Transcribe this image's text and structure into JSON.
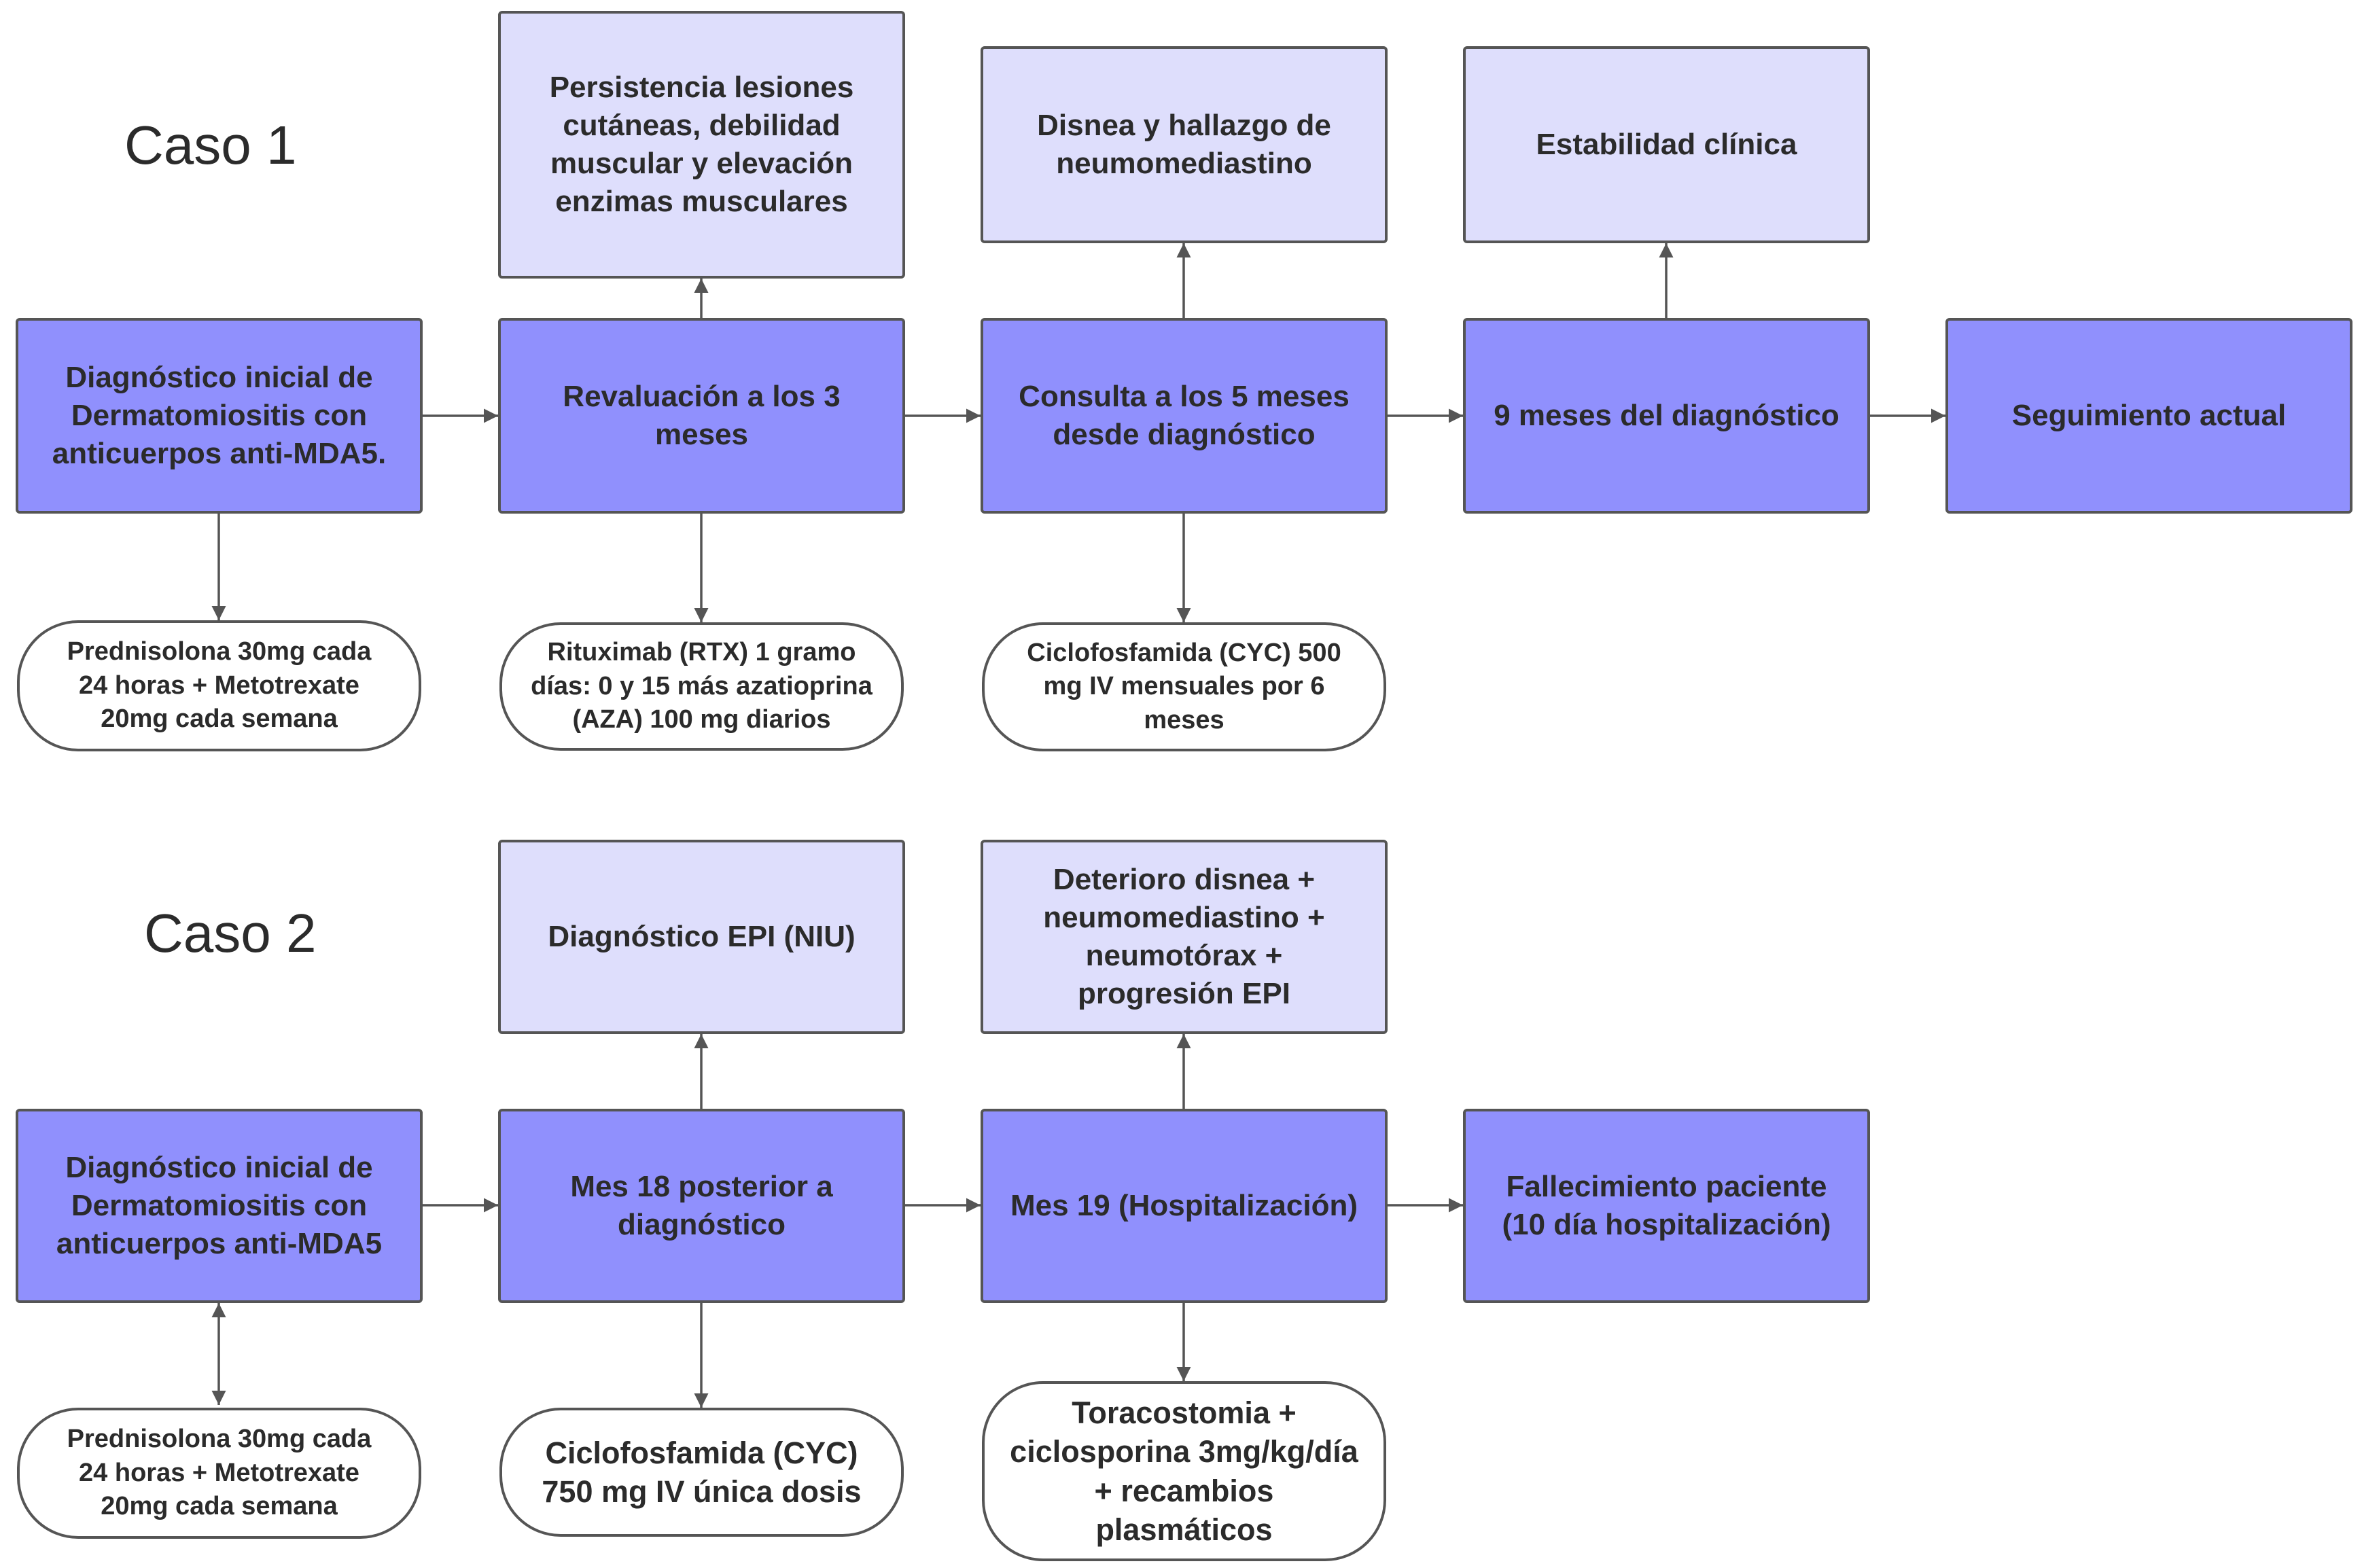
{
  "case1": {
    "title": "Caso 1",
    "main": [
      [
        "Diagnóstico inicial de",
        "Dermatomiositis con",
        "anticuerpos anti-MDA5."
      ],
      [
        "Revaluación a los 3",
        "meses"
      ],
      [
        "Consulta a los 5 meses",
        "desde diagnóstico"
      ],
      [
        "9 meses del diagnóstico"
      ],
      [
        "Seguimiento actual"
      ]
    ],
    "notes": [
      [
        "Persistencia lesiones",
        "cutáneas, debilidad",
        "muscular y elevación",
        "enzimas musculares"
      ],
      [
        "Disnea y hallazgo de",
        "neumomediastino"
      ],
      [
        "Estabilidad clínica"
      ]
    ],
    "treatments": [
      [
        "Prednisolona 30mg cada",
        "24 horas + Metotrexate",
        "20mg cada semana"
      ],
      [
        "Rituximab (RTX) 1 gramo",
        "días: 0 y 15 más azatioprina",
        "(AZA) 100 mg diarios"
      ],
      [
        "Ciclofosfamida (CYC) 500",
        "mg IV mensuales por 6",
        "meses"
      ]
    ]
  },
  "case2": {
    "title": "Caso 2",
    "main": [
      [
        "Diagnóstico inicial de",
        "Dermatomiositis con",
        "anticuerpos anti-MDA5"
      ],
      [
        "Mes 18 posterior a",
        "diagnóstico"
      ],
      [
        "Mes 19 (Hospitalización)"
      ],
      [
        "Fallecimiento paciente",
        "(10 día hospitalización)"
      ]
    ],
    "notes": [
      [
        "Diagnóstico EPI (NIU)"
      ],
      [
        "Deterioro disnea +",
        "neumomediastino +",
        "neumotórax +",
        "progresión EPI"
      ]
    ],
    "treatments": [
      [
        "Prednisolona 30mg cada",
        "24 horas + Metotrexate",
        "20mg cada semana"
      ],
      [
        "Ciclofosfamida (CYC)",
        "750 mg IV única dosis"
      ],
      [
        "Toracostomia +",
        "ciclosporina 3mg/kg/día",
        "+ recambios",
        "plasmáticos"
      ]
    ]
  },
  "colors": {
    "main_fill": "#9090fd",
    "note_fill": "#dedefc",
    "treatment_fill": "#ffffff",
    "border": "#555555",
    "arrow": "#555555"
  }
}
